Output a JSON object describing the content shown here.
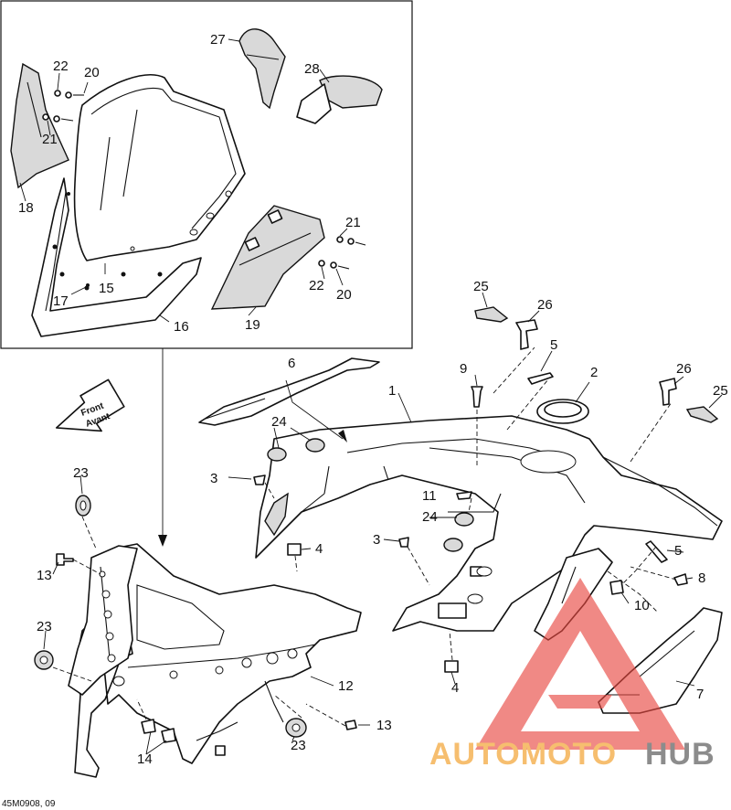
{
  "diagram": {
    "drawing_code": "45M0908, 09",
    "direction_arrow": {
      "line1": "Front",
      "line2": "Avant"
    },
    "watermark": {
      "part1": "AUTOMOTO",
      "part2": "HUB",
      "colors": {
        "triangle": "#e8473f",
        "auto": "#f4a940",
        "hub": "#666666"
      }
    },
    "callouts": {
      "c1": "1",
      "c2": "2",
      "c3a": "3",
      "c3b": "3",
      "c4a": "4",
      "c4b": "4",
      "c5a": "5",
      "c5b": "5",
      "c6": "6",
      "c7": "7",
      "c8": "8",
      "c9": "9",
      "c10": "10",
      "c11": "11",
      "c12": "12",
      "c13a": "13",
      "c13b": "13",
      "c14": "14",
      "c15": "15",
      "c16": "16",
      "c17": "17",
      "c18": "18",
      "c19": "19",
      "c20a": "20",
      "c20b": "20",
      "c21a": "21",
      "c21b": "21",
      "c22a": "22",
      "c22b": "22",
      "c23a": "23",
      "c23b": "23",
      "c23c": "23",
      "c24a": "24",
      "c24b": "24",
      "c25a": "25",
      "c25b": "25",
      "c26a": "26",
      "c26b": "26",
      "c27": "27",
      "c28": "28"
    }
  }
}
